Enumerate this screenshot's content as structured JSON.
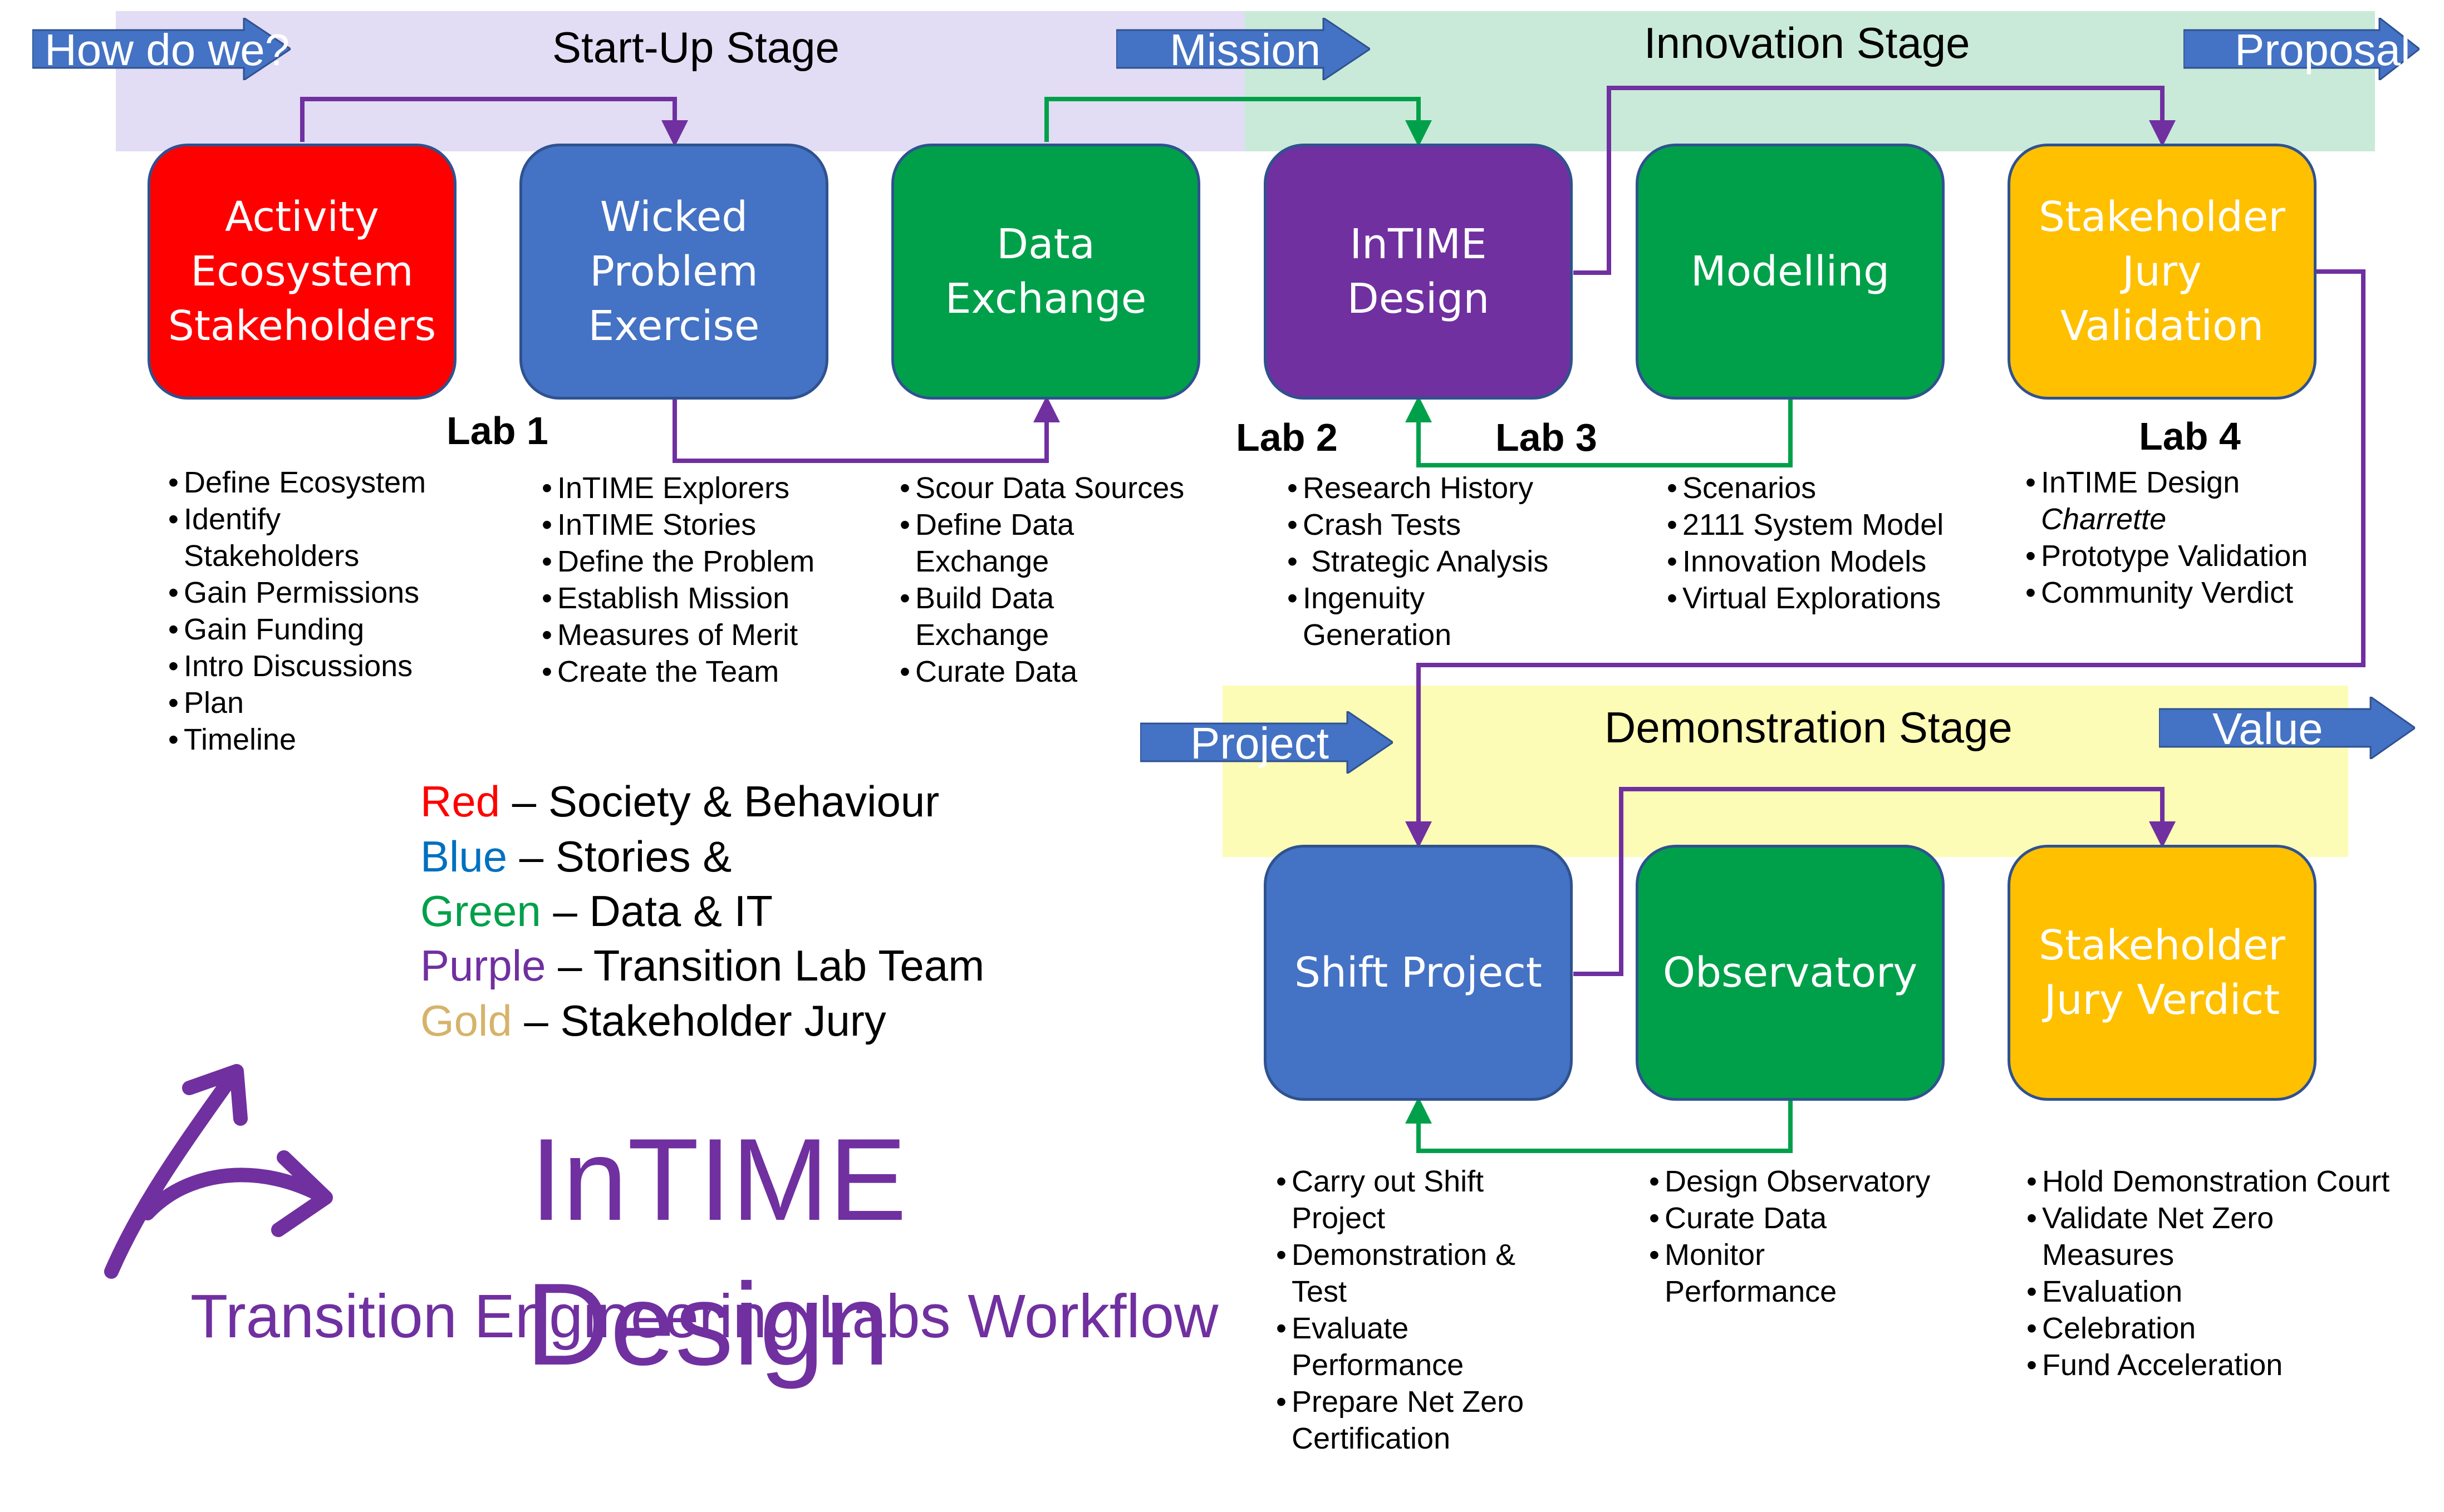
{
  "colors": {
    "red": "#ff0000",
    "blue": "#4472c4",
    "green": "#00a04a",
    "purple": "#7030a0",
    "gold": "#ffc000",
    "startup_band": "#e2dcf4",
    "innovation_band": "#c9ead8",
    "demo_band": "#fdfcb6",
    "arrow": "#4472c4"
  },
  "stages": {
    "startup": "Start-Up Stage",
    "innovation": "Innovation Stage",
    "demonstration": "Demonstration Stage"
  },
  "arrows": {
    "how": "How do we?",
    "mission": "Mission",
    "proposal": "Proposal",
    "project": "Project",
    "value": "Value"
  },
  "boxes": {
    "activity": "Activity\nEcosystem\nStakeholders",
    "wicked": "Wicked\nProblem\nExercise",
    "data": "Data\nExchange",
    "intime": "InTIME\nDesign",
    "modelling": "Modelling",
    "jury": "Stakeholder\nJury\nValidation",
    "shift": "Shift Project",
    "observatory": "Observatory",
    "verdict": "Stakeholder\nJury Verdict"
  },
  "labs": {
    "lab1": "Lab 1",
    "lab2": "Lab 2",
    "lab3": "Lab 3",
    "lab4": "Lab 4"
  },
  "lists": {
    "activity": [
      "Define Ecosystem",
      "Identify",
      "Stakeholders",
      "Gain Permissions",
      "Gain Funding",
      "Intro Discussions",
      "Plan",
      "Timeline"
    ],
    "wicked": [
      "InTIME Explorers",
      "InTIME Stories",
      "Define the Problem",
      "Establish Mission",
      "Measures of Merit",
      "Create the Team"
    ],
    "data": [
      "Scour Data Sources",
      "Define Data",
      "Exchange",
      "Build Data",
      "Exchange",
      "Curate Data"
    ],
    "intime": [
      "Research History",
      "Crash Tests",
      " Strategic Analysis",
      "Ingenuity",
      "Generation"
    ],
    "modelling": [
      "Scenarios",
      "2111 System Model",
      "Innovation Models",
      "Virtual Explorations"
    ],
    "jury": [
      "InTIME Design",
      "Charrette",
      "Prototype Validation",
      "Community Verdict"
    ],
    "shift": [
      "Carry out Shift",
      "Project",
      "Demonstration &",
      "Test",
      "Evaluate",
      "Performance",
      "Prepare Net Zero",
      "Certification"
    ],
    "observatory": [
      "Design Observatory",
      "Curate Data",
      "Monitor",
      "Performance"
    ],
    "verdict": [
      "Hold Demonstration Court",
      "Validate Net Zero",
      "Measures",
      "Evaluation",
      "Celebration",
      "Fund Acceleration"
    ]
  },
  "legend": [
    {
      "key": "Red",
      "text": " – Society & Behaviour"
    },
    {
      "key": "Blue",
      "text": " – Stories &"
    },
    {
      "key": "Green",
      "text": " – Data & IT"
    },
    {
      "key": "Purple",
      "text": " – Transition Lab Team"
    },
    {
      "key": "Gold",
      "text": " – Stakeholder Jury"
    }
  ],
  "legend_colors": [
    "#ff0000",
    "#0070c0",
    "#00a04a",
    "#7030a0",
    "#d6b36a"
  ],
  "title": "InTIME\nDesign",
  "subtitle": "Transition Engineering Labs Workflow"
}
